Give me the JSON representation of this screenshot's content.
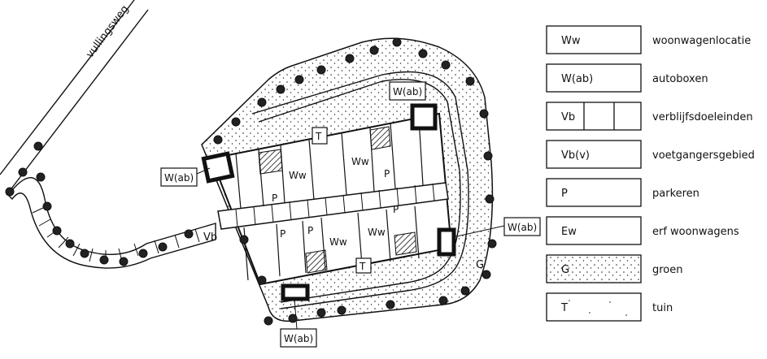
{
  "road": {
    "name": "vullingsweg"
  },
  "map_labels": {
    "wab_top": "W(ab)",
    "wab_left": "W(ab)",
    "wab_right": "W(ab)",
    "wab_bottom": "W(ab)",
    "t_top": "T",
    "t_bottom": "T",
    "vb": "Vb",
    "g": "G",
    "ww": [
      "Ww",
      "Ww",
      "Ww",
      "Ww"
    ],
    "p": [
      "P",
      "P",
      "P",
      "P",
      "P"
    ]
  },
  "legend": {
    "items": [
      {
        "code": "Ww",
        "label": "woonwagenlocatie"
      },
      {
        "code": "W(ab)",
        "label": "autoboxen"
      },
      {
        "code": "Vb",
        "label": "verblijfsdoeleinden"
      },
      {
        "code": "Vb(v)",
        "label": "voetgangersgebied"
      },
      {
        "code": "P",
        "label": "parkeren"
      },
      {
        "code": "Ew",
        "label": "erf woonwagens"
      },
      {
        "code": "G",
        "label": "groen"
      },
      {
        "code": "T",
        "label": "tuin"
      }
    ]
  },
  "colors": {
    "ink": "#111111",
    "paper": "#ffffff"
  }
}
